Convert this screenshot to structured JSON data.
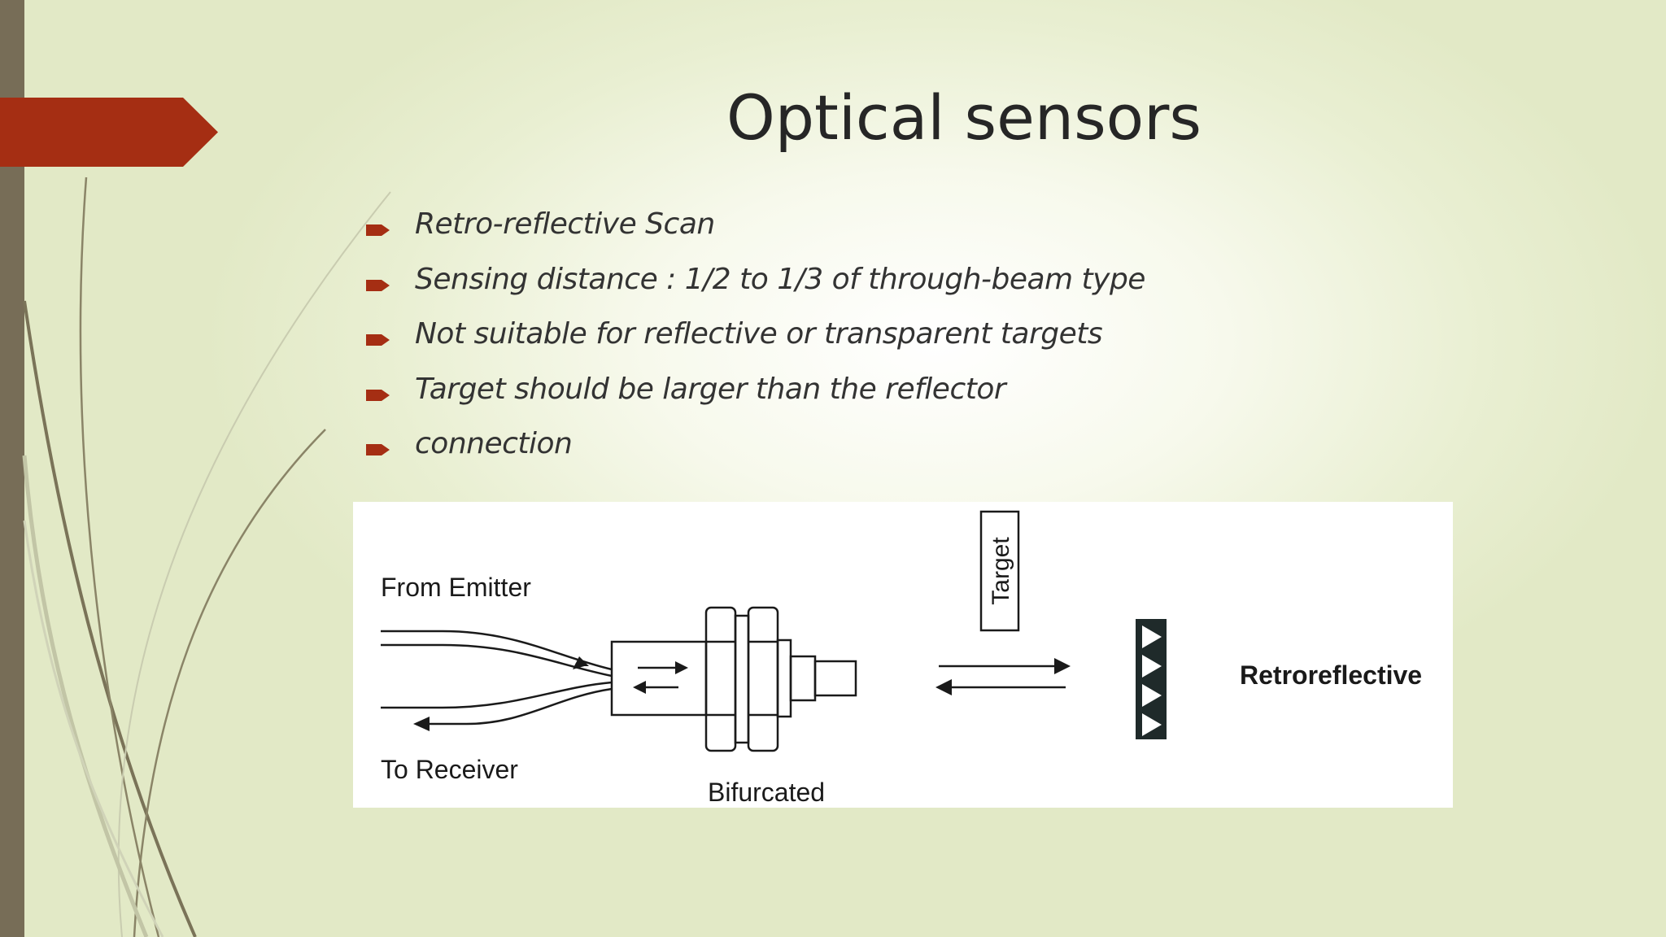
{
  "slide": {
    "title": "Optical sensors",
    "bullets": [
      "Retro-reflective Scan",
      "Sensing distance : 1/2 to 1/3 of through-beam type",
      "Not suitable for reflective or transparent targets",
      "Target should be larger than the reflector",
      "connection"
    ]
  },
  "figure": {
    "from_emitter": "From Emitter",
    "to_receiver": "To Receiver",
    "bifurcated": "Bifurcated",
    "target": "Target",
    "retroreflective": "Retroreflective"
  },
  "colors": {
    "accent": "#a52e13",
    "sidebar": "#776d57",
    "decor_line": "#7a7358",
    "decor_line_light": "#c2c5a6"
  }
}
